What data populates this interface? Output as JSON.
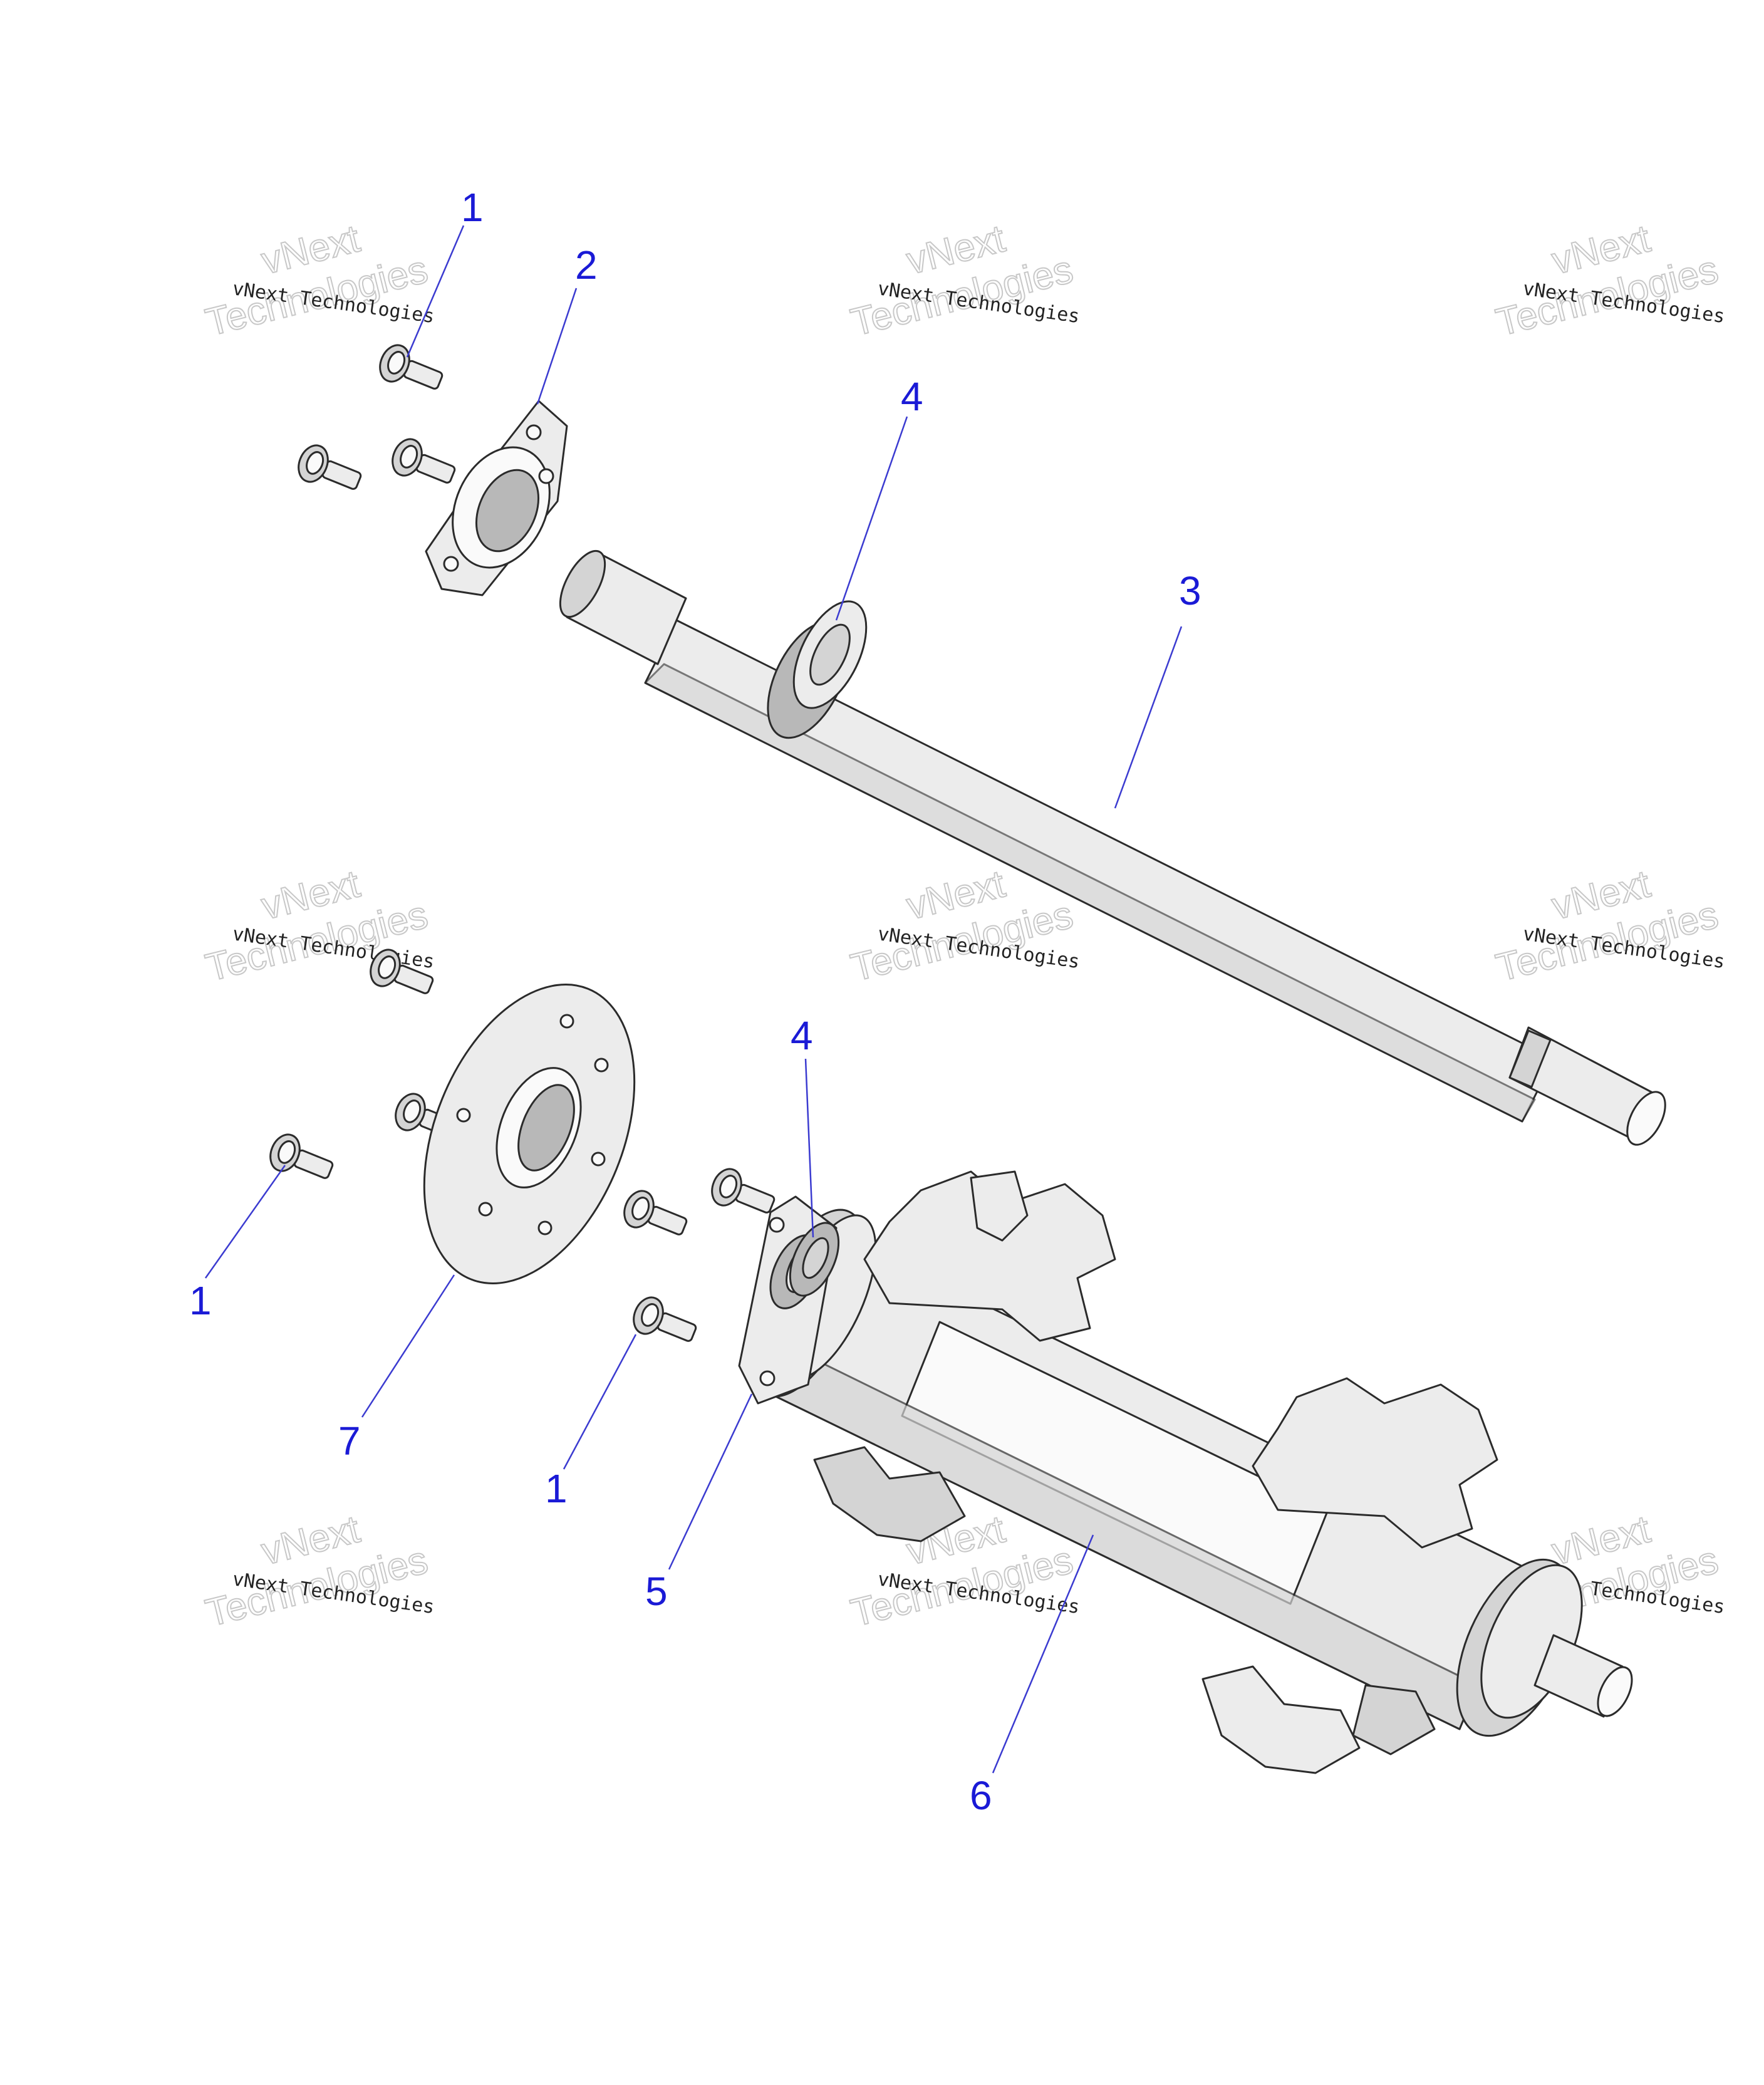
{
  "watermark": {
    "line1": "vNext Technologies",
    "line2a": "vNext",
    "line2b": "Technologies"
  },
  "callouts": [
    {
      "id": "c1a",
      "label": "1"
    },
    {
      "id": "c2",
      "label": "2"
    },
    {
      "id": "c4a",
      "label": "4"
    },
    {
      "id": "c3",
      "label": "3"
    },
    {
      "id": "c4b",
      "label": "4"
    },
    {
      "id": "c1b",
      "label": "1"
    },
    {
      "id": "c7",
      "label": "7"
    },
    {
      "id": "c1c",
      "label": "1"
    },
    {
      "id": "c5",
      "label": "5"
    },
    {
      "id": "c6",
      "label": "6"
    }
  ]
}
